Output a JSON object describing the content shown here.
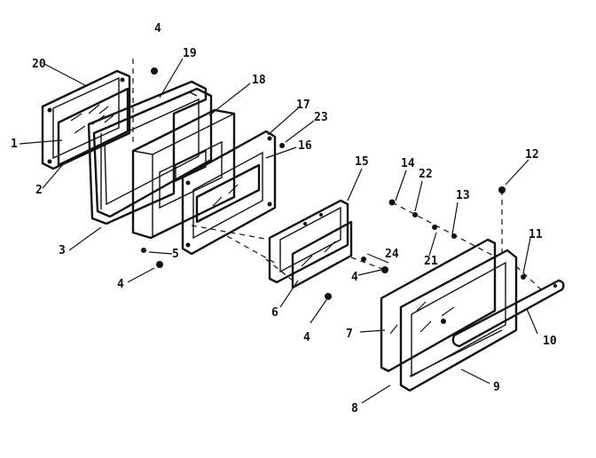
{
  "diagram": {
    "callouts": {
      "c1": "1",
      "c2": "2",
      "c3": "3",
      "c4a": "4",
      "c4b": "4",
      "c4c": "4",
      "c4d": "4",
      "c5": "5",
      "c6": "6",
      "c7": "7",
      "c8": "8",
      "c9": "9",
      "c10": "10",
      "c11": "11",
      "c12": "12",
      "c13": "13",
      "c14": "14",
      "c15": "15",
      "c16": "16",
      "c17": "17",
      "c18": "18",
      "c19": "19",
      "c20": "20",
      "c21": "21",
      "c22": "22",
      "c23": "23",
      "c24": "24"
    }
  }
}
